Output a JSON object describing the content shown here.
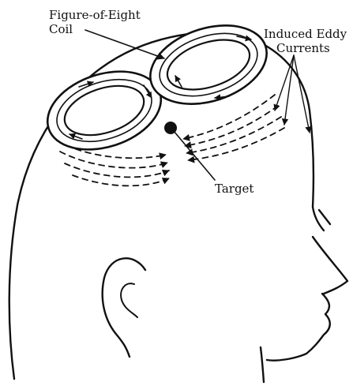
{
  "labels": {
    "coil_line1": "Figure-of-Eight",
    "coil_line2": "Coil",
    "eddy_line1": "Induced Eddy",
    "eddy_line2": "Currents",
    "target": "Target"
  },
  "colors": {
    "ink": "#111111",
    "background": "#ffffff"
  }
}
